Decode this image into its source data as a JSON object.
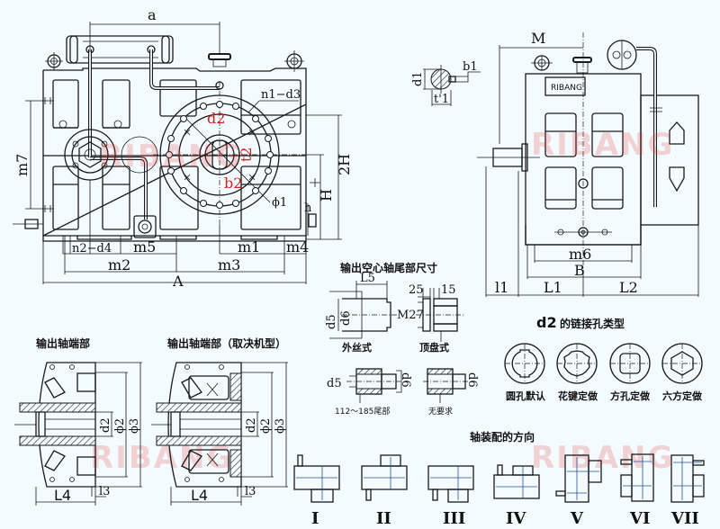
{
  "watermark": "RIBANG",
  "front_view": {
    "labels": {
      "a": "a",
      "n1_d3": "n1−d3",
      "d2": "d2",
      "t2": "t2",
      "b2": "b2",
      "phi1": "ϕ1",
      "m7": "m7",
      "two_h": "2H",
      "h_cap": "H",
      "h": "h",
      "n2_d4": "n2−d4",
      "m5": "m5",
      "m1": "m1",
      "m4": "m4",
      "m2": "m2",
      "m3": "m3",
      "a_cap": "A"
    },
    "accent_color": "#d42020"
  },
  "shaft_key": {
    "d1": "d1",
    "b1": "b1",
    "t1": "t'1"
  },
  "side_view": {
    "labels": {
      "m": "M",
      "m6": "m6",
      "b": "B",
      "l_1": "l1",
      "l1": "L1",
      "l2": "L2"
    },
    "nameplate": "RIBANG"
  },
  "hollow_shaft_tail": {
    "title": "输出空心轴尾部尺寸",
    "l5": "L5",
    "d5": "d5",
    "d6": "d6",
    "m27": "M27",
    "dim25": "25",
    "dim15": "15",
    "external_thread": "外丝式",
    "top_plate": "顶盘式",
    "d5b": "d5",
    "d6b": "d6",
    "d6c": "d6",
    "tail_range": "112～185尾部",
    "no_requirement": "无要求"
  },
  "output_shaft_ends": [
    {
      "title": "输出轴端部",
      "d2": "d2",
      "phi2": "ϕ2",
      "phi3": "ϕ3",
      "l4": "L4",
      "l3": "l3"
    },
    {
      "title": "输出轴端部（取决机型）",
      "d2": "d2",
      "phi2": "ϕ2",
      "phi3": "ϕ3",
      "l4": "L4",
      "l3": "l3"
    }
  ],
  "bore_types": {
    "title_prefix": "d2",
    "title_suffix": "的链接孔类型",
    "items": [
      {
        "label": "圆孔默认",
        "shape": "round-key"
      },
      {
        "label": "花键定做",
        "shape": "spline"
      },
      {
        "label": "方孔定做",
        "shape": "square"
      },
      {
        "label": "六方定做",
        "shape": "hexagon"
      }
    ]
  },
  "assembly_directions": {
    "title": "轴装配的方向",
    "items": [
      "I",
      "II",
      "III",
      "IV",
      "V",
      "VI",
      "VII"
    ]
  }
}
